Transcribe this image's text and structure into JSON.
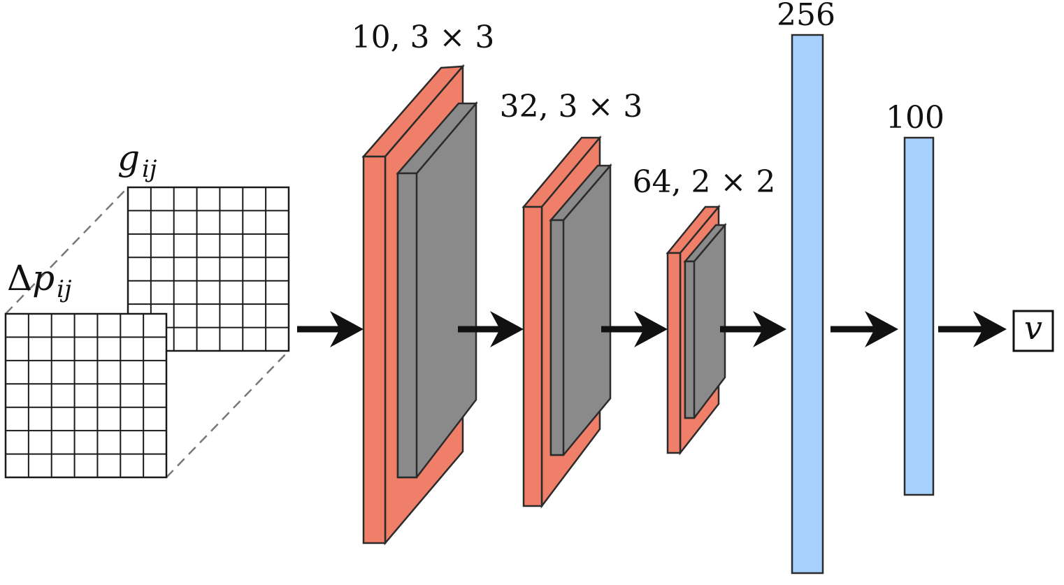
{
  "inputs": {
    "front_label_delta": "Δ",
    "front_label_var": "p",
    "front_label_sub": "ij",
    "back_label_var": "g",
    "back_label_sub": "ij"
  },
  "conv_layers": [
    {
      "label": "10, 3 × 3"
    },
    {
      "label": "32, 3 × 3"
    },
    {
      "label": "64, 2 × 2"
    }
  ],
  "dense_layers": [
    {
      "label": "256"
    },
    {
      "label": "100"
    }
  ],
  "output": {
    "label": "v"
  },
  "colors": {
    "conv_filter": "#ef7f69",
    "conv_map": "#8a8a8a",
    "dense": "#a6d0fd",
    "arrow": "#111111"
  }
}
